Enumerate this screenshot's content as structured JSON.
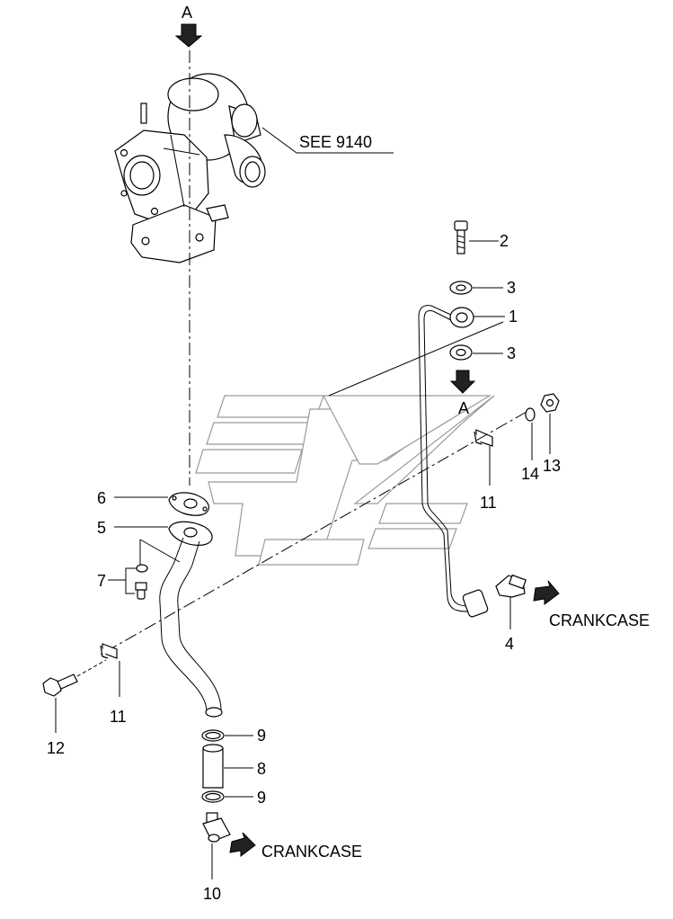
{
  "labels": {
    "view_arrow_top": "A",
    "see_ref": "SEE 9140",
    "p1": "1",
    "p2": "2",
    "p3a": "3",
    "p3b": "3",
    "view_arrow_mid": "A",
    "p14": "14",
    "p13": "13",
    "p11_right": "11",
    "p6": "6",
    "p5": "5",
    "p7": "7",
    "p4": "4",
    "crankcase_right": "CRANKCASE",
    "p11_left": "11",
    "p12": "12",
    "p9a": "9",
    "p8": "8",
    "p9b": "9",
    "crankcase_bottom": "CRANKCASE",
    "p10": "10"
  }
}
